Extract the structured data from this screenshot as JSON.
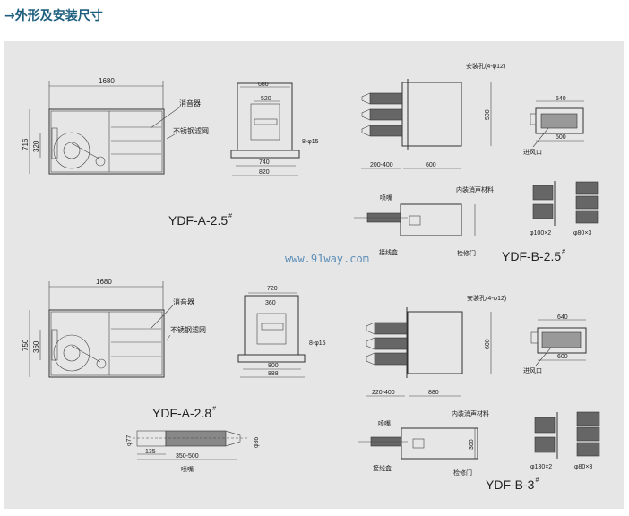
{
  "header": {
    "title": "→外形及安装尺寸"
  },
  "watermark": "www.91way.com",
  "ydf_a_25": {
    "model": "YDF-A-2.5",
    "mark": "#",
    "length": "1680",
    "height": "716",
    "inlet": "320",
    "silencer": "消音器",
    "filter": "不锈钢滤网",
    "front_width": "680",
    "front_inner": "520",
    "holes": "8-φ15",
    "base_inner": "740",
    "base_outer": "820"
  },
  "ydf_b_25": {
    "model": "YDF-B-2.5",
    "mark": "#",
    "mount_holes": "安装孔(4-φ12)",
    "height": "500",
    "nozzle_range": "200-400",
    "length": "600",
    "inlet_top": "540",
    "inlet_bottom": "500",
    "inlet_label": "进风口",
    "nozzle": "喷嘴",
    "lining": "内装消声材料",
    "junction_box": "接线盒",
    "access_door": "检修门",
    "spec1": "φ100×2",
    "spec2": "φ80×3"
  },
  "ydf_a_28": {
    "model": "YDF-A-2.8",
    "mark": "#",
    "length": "1680",
    "height": "750",
    "inlet": "360",
    "silencer": "消音器",
    "filter": "不锈钢滤网",
    "front_width": "720",
    "front_inner": "360",
    "holes": "8-φ15",
    "base_inner": "800",
    "base_outer": "888",
    "nozzle_d1": "φ77",
    "nozzle_d2": "φ36",
    "nozzle_a": "135",
    "nozzle_b": "350-500",
    "nozzle_label": "喷嘴"
  },
  "ydf_b_3": {
    "model": "YDF-B-3",
    "mark": "#",
    "mount_holes": "安装孔(4-φ12)",
    "height": "600",
    "nozzle_range": "220-400",
    "length": "880",
    "inlet_top": "640",
    "inlet_bottom": "600",
    "inlet_label": "进风口",
    "nozzle": "喷嘴",
    "lining": "内装消声材料",
    "junction_box": "接线盒",
    "access_door": "检修门",
    "side_height": "300",
    "spec1": "φ130×2",
    "spec2": "φ80×3"
  }
}
